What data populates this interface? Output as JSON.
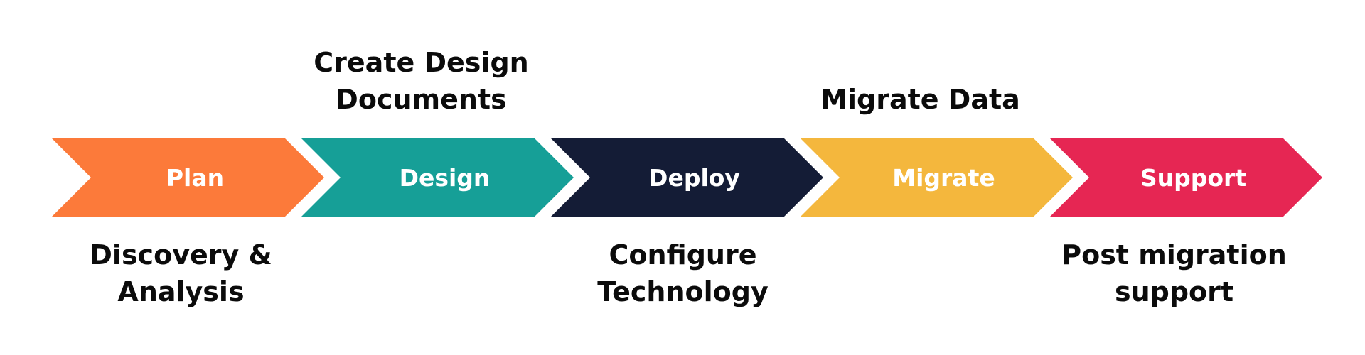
{
  "steps": [
    {
      "id": "plan",
      "label": "Plan",
      "color": "#FC7A3A",
      "annotation": [
        "Discovery &",
        "Analysis"
      ],
      "annotation_position": "below"
    },
    {
      "id": "design",
      "label": "Design",
      "color": "#169F97",
      "annotation": [
        "Create Design",
        "Documents"
      ],
      "annotation_position": "above"
    },
    {
      "id": "deploy",
      "label": "Deploy",
      "color": "#141C36",
      "annotation": [
        "Configure",
        "Technology"
      ],
      "annotation_position": "below"
    },
    {
      "id": "migrate",
      "label": "Migrate",
      "color": "#F4B73D",
      "annotation": [
        "Migrate Data"
      ],
      "annotation_position": "above"
    },
    {
      "id": "support",
      "label": "Support",
      "color": "#E62653",
      "annotation": [
        "Post migration",
        "support"
      ],
      "annotation_position": "below"
    }
  ]
}
